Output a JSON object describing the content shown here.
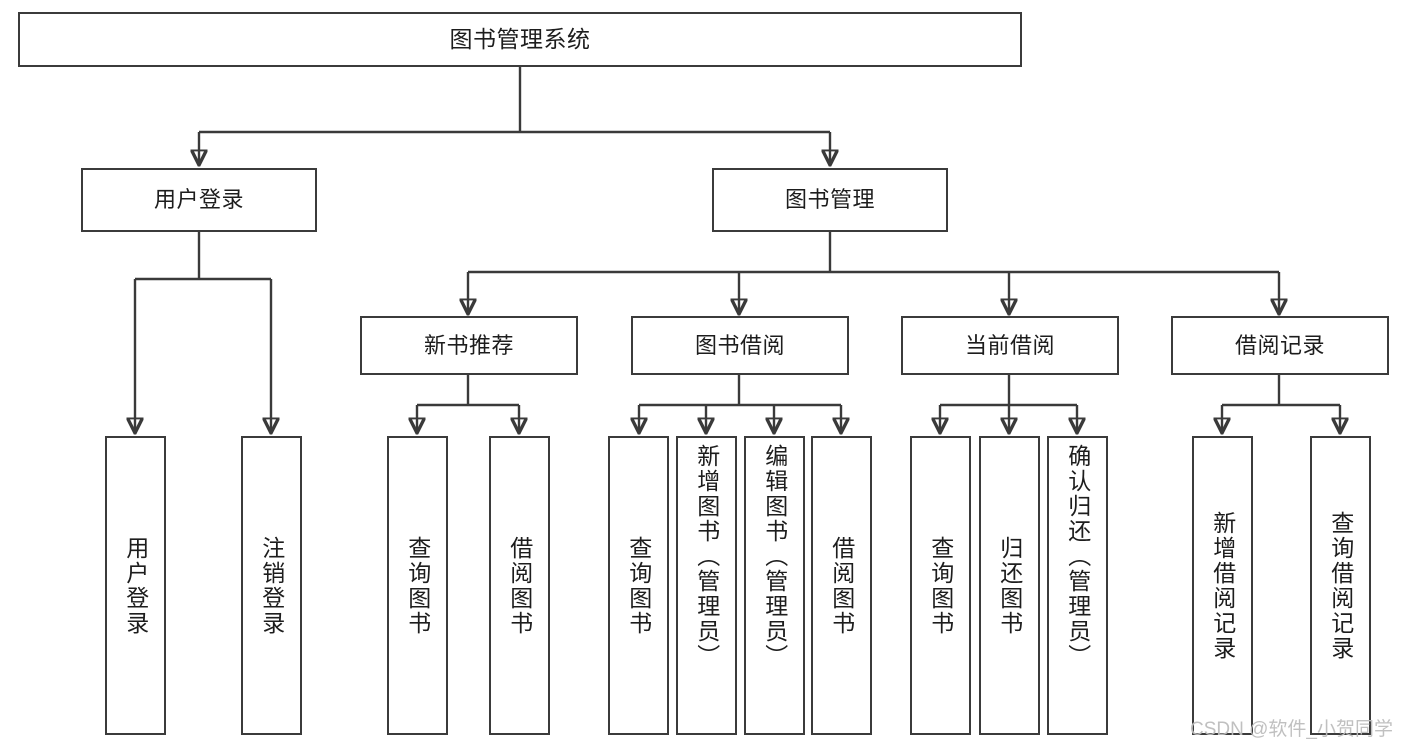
{
  "diagram": {
    "title": "图书管理系统",
    "type": "hierarchy-tree",
    "root": {
      "id": "root",
      "label": "图书管理系统"
    },
    "level2": [
      {
        "id": "user-login",
        "label": "用户登录"
      },
      {
        "id": "book-management",
        "label": "图书管理"
      }
    ],
    "level3": [
      {
        "id": "new-book-recommend",
        "label": "新书推荐"
      },
      {
        "id": "book-borrow",
        "label": "图书借阅"
      },
      {
        "id": "current-borrow",
        "label": "当前借阅"
      },
      {
        "id": "borrow-record",
        "label": "借阅记录"
      }
    ],
    "leaves": {
      "user_login": [
        {
          "id": "leaf-user-login",
          "label": "用户登录"
        },
        {
          "id": "leaf-logout",
          "label": "注销登录"
        }
      ],
      "new_book_recommend": [
        {
          "id": "leaf-query-book-1",
          "label": "查询图书"
        },
        {
          "id": "leaf-borrow-book-1",
          "label": "借阅图书"
        }
      ],
      "book_borrow": [
        {
          "id": "leaf-query-book-2",
          "label": "查询图书"
        },
        {
          "id": "leaf-add-book",
          "label": "新增图书（管理员）"
        },
        {
          "id": "leaf-edit-book",
          "label": "编辑图书（管理员）"
        },
        {
          "id": "leaf-borrow-book-2",
          "label": "借阅图书"
        }
      ],
      "current_borrow": [
        {
          "id": "leaf-query-book-3",
          "label": "查询图书"
        },
        {
          "id": "leaf-return-book",
          "label": "归还图书"
        },
        {
          "id": "leaf-confirm-return",
          "label": "确认归还（管理员）"
        }
      ],
      "borrow_record": [
        {
          "id": "leaf-add-record",
          "label": "新增借阅记录"
        },
        {
          "id": "leaf-query-record",
          "label": "查询借阅记录"
        }
      ]
    }
  },
  "watermark": {
    "text": "CSDN @软件_小贺同学"
  },
  "colors": {
    "stroke": "#3b3b3b",
    "background": "#ffffff",
    "text": "#1d1d1d",
    "watermark": "#bdbdbd"
  }
}
